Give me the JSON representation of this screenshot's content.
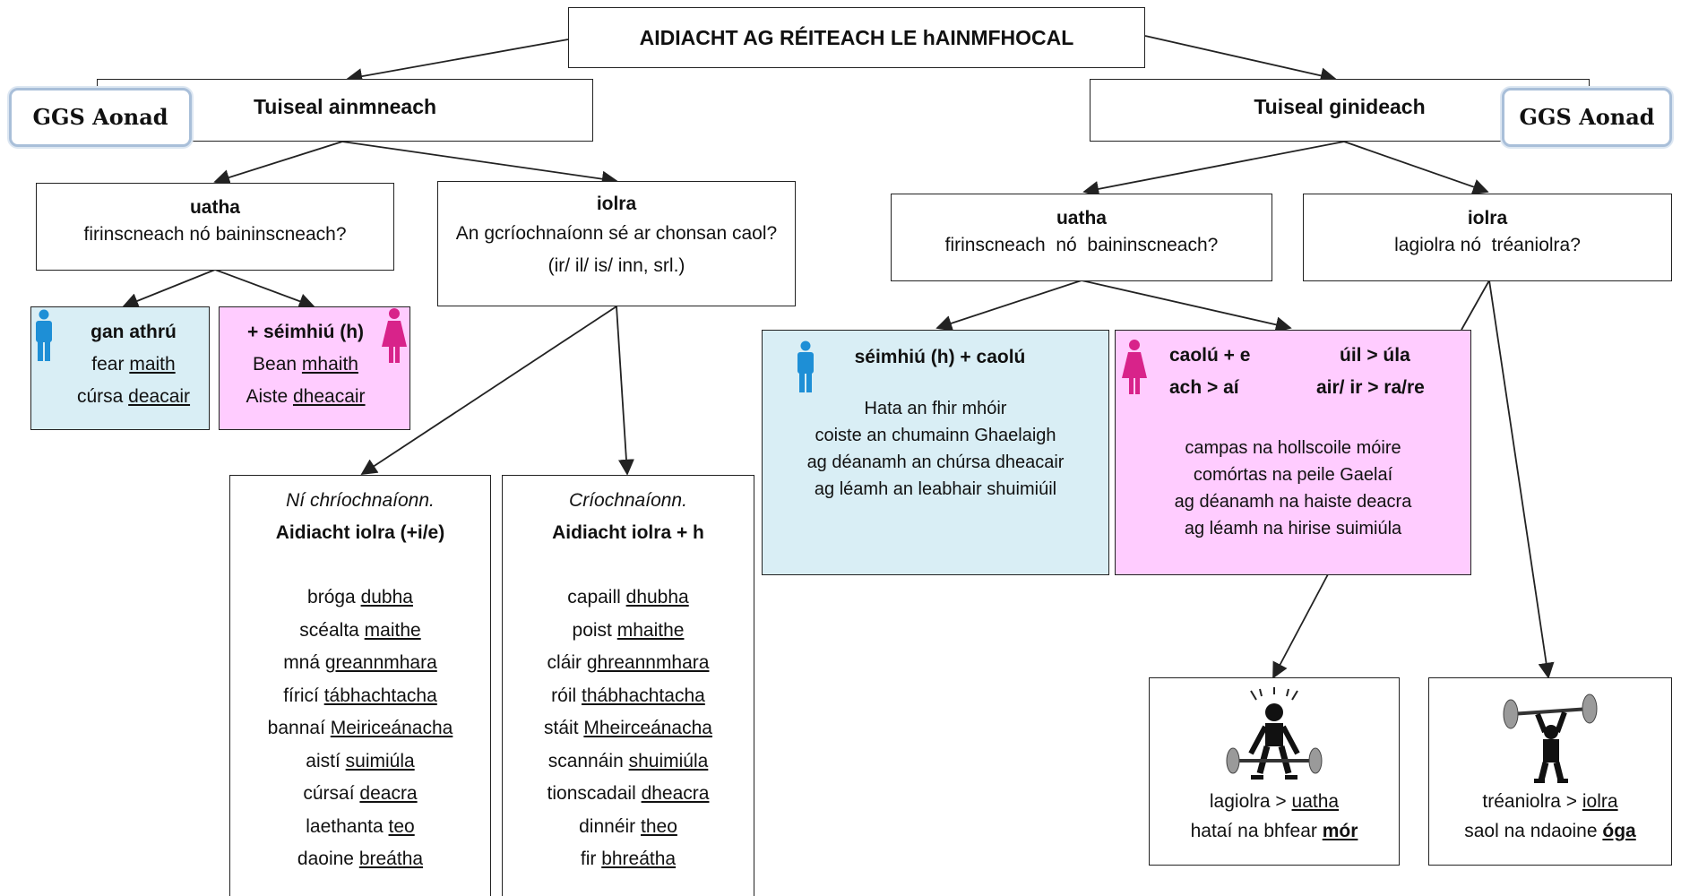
{
  "title": "AIDIACHT AG RÉITEACH LE hAINMFHOCAL",
  "ggs_left": "GGS Aonad",
  "ggs_right": "GGS Aonad",
  "nominative": {
    "heading": "Tuiseal ainmneach",
    "singular": {
      "heading": "uatha",
      "question": "firinscneach nó baininscneach?"
    },
    "masc": {
      "rule": "gan athrú",
      "ex1_noun": "fear",
      "ex1_adj": "maith",
      "ex2_noun": "cúrsa",
      "ex2_adj": "deacair"
    },
    "fem": {
      "rule": "+ séimhiú (h)",
      "ex1_noun": "Bean",
      "ex1_adj": "mhaith",
      "ex2_noun": "Aiste",
      "ex2_adj": "dheacair"
    },
    "plural": {
      "heading": "iolra",
      "question": "An gcríochnaíonn sé ar chonsan caol? (ir/ il/ is/ inn, srl.)"
    },
    "no": {
      "label": "Ní chríochnaíonn.",
      "rule": "Aidiacht iolra (+i/e)",
      "examples": [
        [
          "bróga",
          "dubha"
        ],
        [
          "scéalta",
          "maithe"
        ],
        [
          "mná",
          "greannmhara"
        ],
        [
          "fíricí",
          "tábhachtacha"
        ],
        [
          "bannaí",
          "Meiriceánacha"
        ],
        [
          "aistí",
          "suimiúla"
        ],
        [
          "cúrsaí",
          "deacra"
        ],
        [
          "laethanta",
          "teo"
        ],
        [
          "daoine",
          "breátha"
        ]
      ]
    },
    "yes": {
      "label": "Críochnaíonn.",
      "rule": "Aidiacht iolra + h",
      "examples": [
        [
          "capaill",
          "dhubha"
        ],
        [
          "poist",
          "mhaithe"
        ],
        [
          "cláir",
          "ghreannmhara"
        ],
        [
          "róil",
          "thábhachtacha"
        ],
        [
          "stáit",
          "Mheirceánacha"
        ],
        [
          "scannáin",
          "shuimiúla"
        ],
        [
          "tionscadail",
          "dheacra"
        ],
        [
          "dinnéir",
          "theo"
        ],
        [
          "fir",
          "bhreátha"
        ]
      ]
    }
  },
  "genitive": {
    "heading": "Tuiseal ginideach",
    "singular": {
      "heading": "uatha",
      "question": "firinscneach  nó  baininscneach?"
    },
    "plural": {
      "heading": "iolra",
      "question": "lagiolra nó  tréaniolra?"
    },
    "masc": {
      "rule": "séimhiú (h) + caolú",
      "examples": [
        "Hata an fhir mhóir",
        "coiste an chumainn Ghaelaigh",
        "ag déanamh an chúrsa dheacair",
        "ag léamh an leabhair shuimiúil"
      ]
    },
    "fem": {
      "rule1": "caolú + e",
      "rule2": "ach > aí",
      "rule3": "úil > úla",
      "rule4": "air/ ir > ra/re",
      "examples": [
        "campas na hollscoile móire",
        "comórtas na peile Gaelaí",
        "ag déanamh na haiste deacra",
        "ag léamh na hirise suimiúla"
      ]
    },
    "weak": {
      "line1_a": "lagiolra > ",
      "line1_b": "uatha",
      "line2_a": "hataí na bhfear ",
      "line2_b": "mór"
    },
    "strong": {
      "line1_a": "tréaniolra > ",
      "line1_b": "iolra",
      "line2_a": "saol na ndaoine ",
      "line2_b": "óga"
    }
  }
}
